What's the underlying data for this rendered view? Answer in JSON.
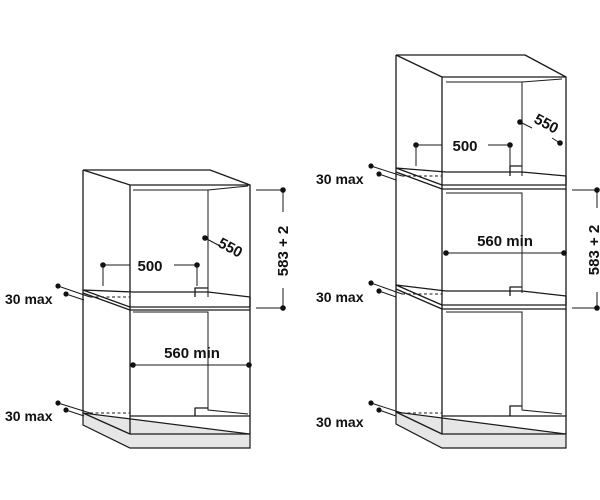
{
  "left_unit": {
    "depth": "550",
    "width_inner": "500",
    "height": "583 + 2",
    "width_min": "560 min",
    "clearance_upper": "30 max",
    "clearance_lower": "30 max"
  },
  "right_unit": {
    "depth": "550",
    "width_inner": "500",
    "height": "583 + 2",
    "width_min": "560 min",
    "clearance_top": "30 max",
    "clearance_middle": "30 max",
    "clearance_bottom": "30 max"
  }
}
